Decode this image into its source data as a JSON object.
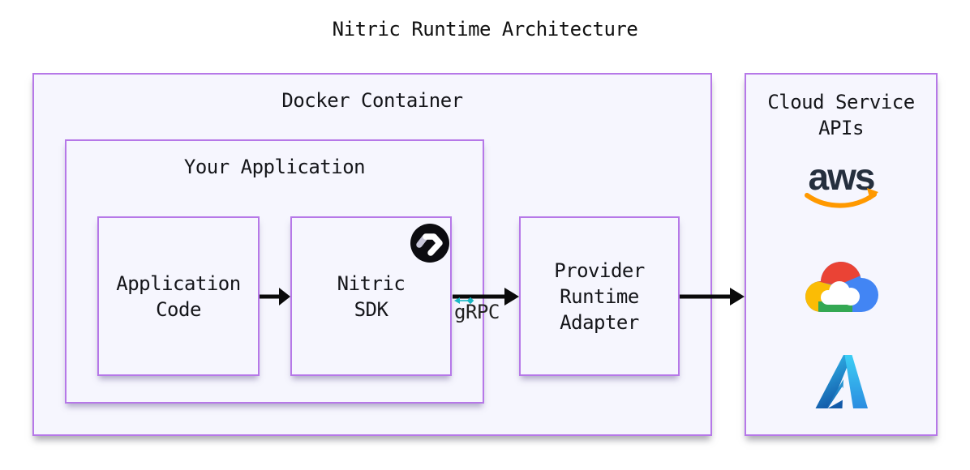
{
  "title": "Nitric Runtime Architecture",
  "docker_container": {
    "label": "Docker Container"
  },
  "your_application": {
    "label": "Your Application"
  },
  "application_code": {
    "line1": "Application",
    "line2": "Code"
  },
  "nitric_sdk": {
    "line1": "Nitric",
    "line2": "SDK"
  },
  "grpc": {
    "label": "gRPC"
  },
  "provider_adapter": {
    "line1": "Provider",
    "line2": "Runtime",
    "line3": "Adapter"
  },
  "cloud_services": {
    "line1": "Cloud Service",
    "line2": "APIs",
    "aws_wordmark": "aws",
    "providers": [
      "aws",
      "google-cloud",
      "azure"
    ]
  },
  "icons": {
    "nitric_badge": "nitric-logo",
    "grpc_mark": "grpc-route-mark"
  },
  "colors": {
    "accent_purple": "#b678e8",
    "panel_bg": "#f6f6fe",
    "arrow_black": "#0a0a0a",
    "text": "#141519",
    "grpc_teal": "#1ab8c4",
    "nitric_black": "#0c0c10",
    "aws_navy": "#252f3e",
    "aws_orange": "#ff9900",
    "gcp_red": "#EA4335",
    "gcp_yellow": "#FBBC05",
    "gcp_green": "#34A853",
    "gcp_blue": "#4285F4",
    "azure_blue_light": "#3ccef5",
    "azure_blue_dark": "#1259a8"
  }
}
